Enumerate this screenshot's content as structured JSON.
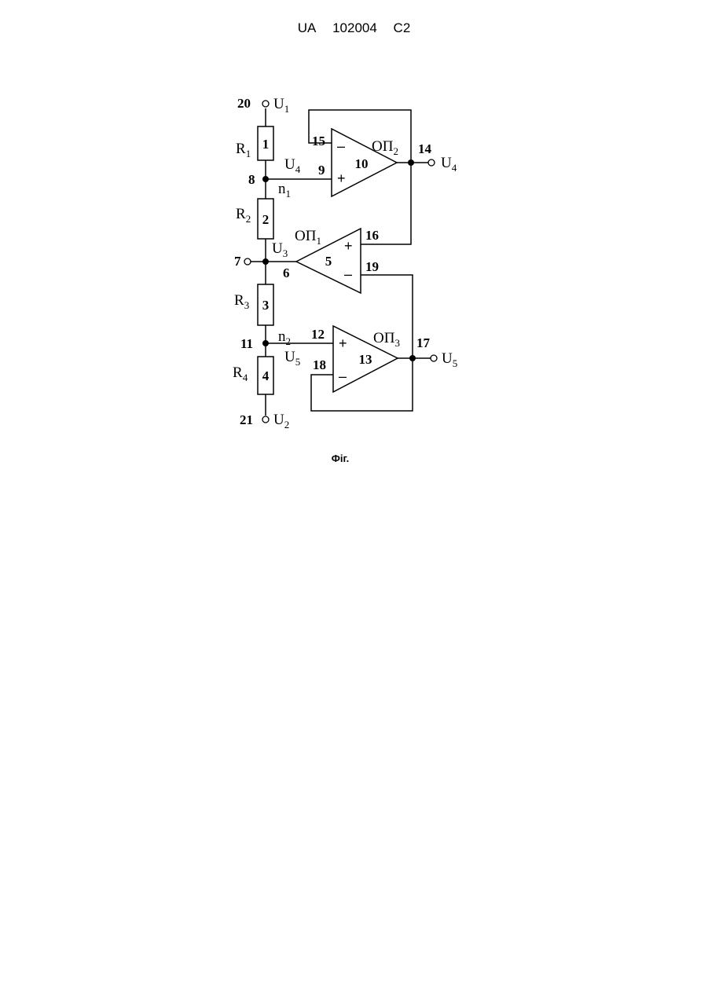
{
  "header": {
    "country": "UA",
    "number": "102004",
    "kind": "C2"
  },
  "caption": "Фіг.",
  "resistors": [
    {
      "id": "1",
      "symbol": "R",
      "sub": "1"
    },
    {
      "id": "2",
      "symbol": "R",
      "sub": "2"
    },
    {
      "id": "3",
      "symbol": "R",
      "sub": "3"
    },
    {
      "id": "4",
      "symbol": "R",
      "sub": "4"
    }
  ],
  "opamps": [
    {
      "id": "10",
      "symbol": "ОП",
      "sub": "2",
      "minus": "–",
      "plus": "+"
    },
    {
      "id": "5",
      "symbol": "ОП",
      "sub": "1",
      "minus": "–",
      "plus": "+"
    },
    {
      "id": "13",
      "symbol": "ОП",
      "sub": "3",
      "minus": "–",
      "plus": "+"
    }
  ],
  "terminals": [
    {
      "num": "20",
      "symbol": "U",
      "sub": "1"
    },
    {
      "num": "21",
      "symbol": "U",
      "sub": "2"
    },
    {
      "num": "7",
      "symbol": "U",
      "sub": "3"
    },
    {
      "num": "14",
      "symbol": "U",
      "sub": "4"
    },
    {
      "num": "17",
      "symbol": "U",
      "sub": "5"
    }
  ],
  "nodes": [
    {
      "num": "8",
      "symbol": "n",
      "sub": "1",
      "signal": "U",
      "signal_sub": "4"
    },
    {
      "num": "11",
      "symbol": "n",
      "sub": "2",
      "signal": "U",
      "signal_sub": "5"
    },
    {
      "num": "6"
    }
  ],
  "pins": [
    "9",
    "15",
    "16",
    "19",
    "12",
    "18"
  ]
}
